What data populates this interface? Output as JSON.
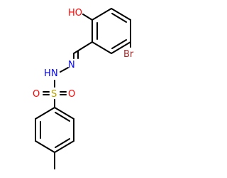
{
  "molecule": {
    "atoms": {
      "hydroxyl": "HO",
      "bromine": "Br",
      "amine": "N",
      "amine_h": "H",
      "imine": "N",
      "sulfur": "S",
      "oxygen_left": "O",
      "oxygen_right": "O"
    },
    "colors": {
      "bond": "#000000",
      "oxygen": "#ff0000",
      "nitrogen": "#0000ff",
      "sulfur": "#b8a200",
      "bromine": "#a52a2a"
    }
  }
}
